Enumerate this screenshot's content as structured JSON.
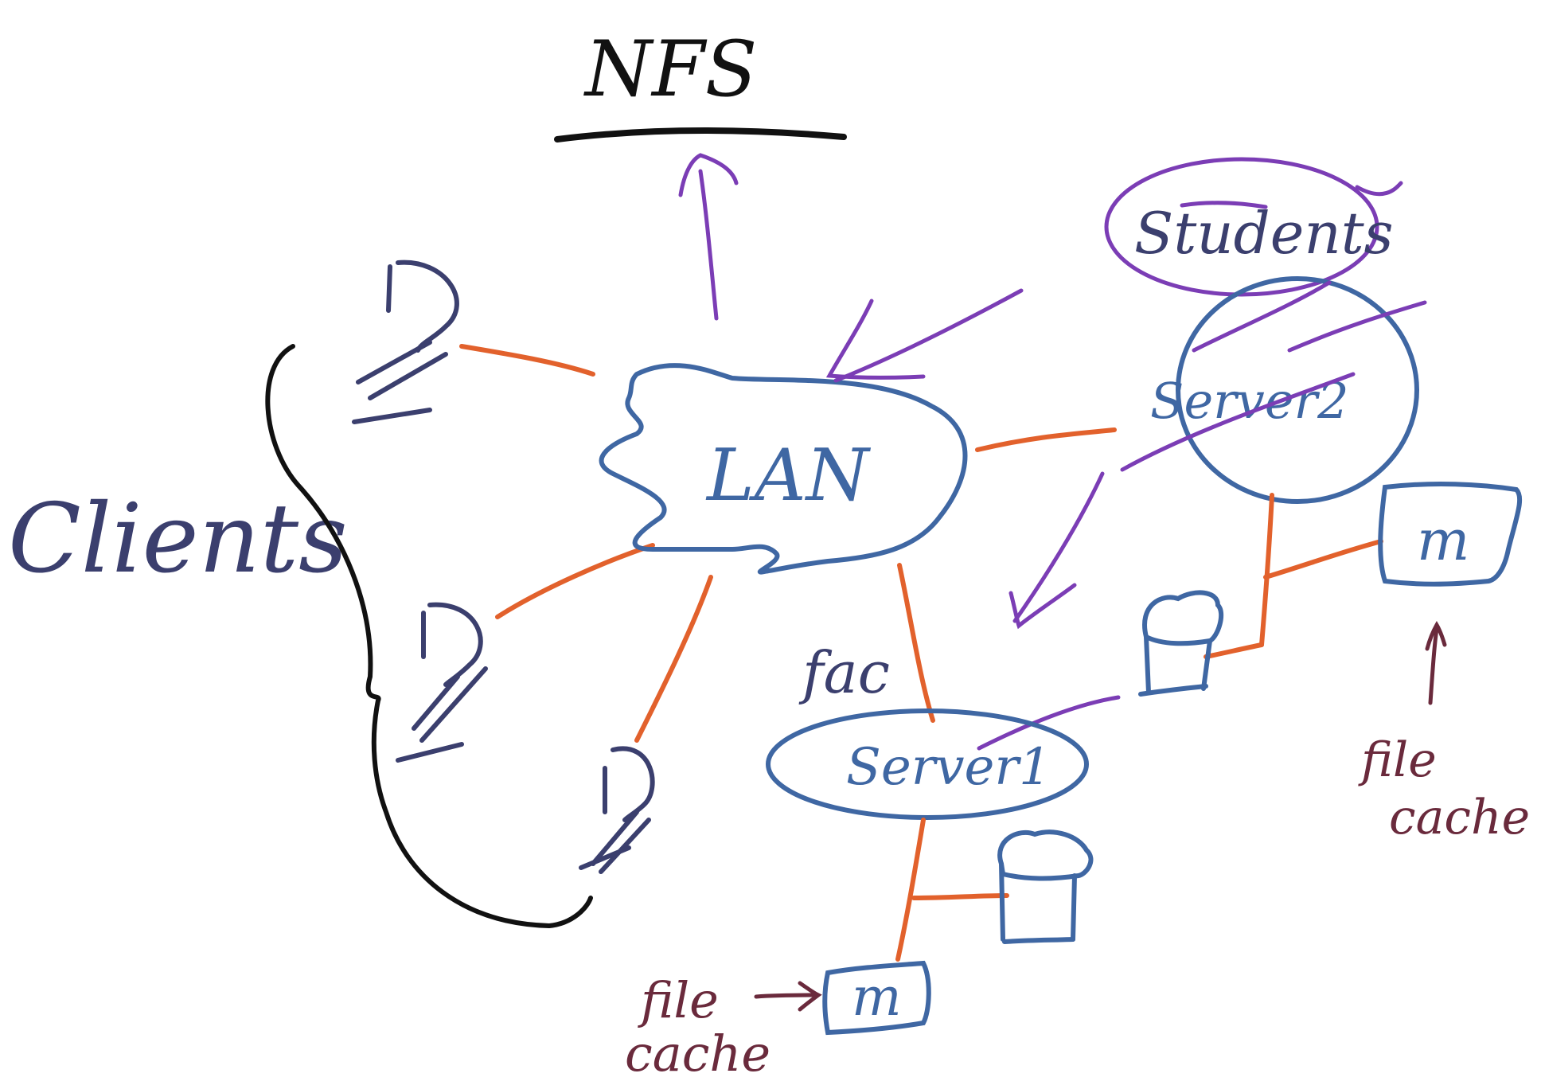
{
  "title": "NFS",
  "clients_label": "Clients",
  "lan_label": "LAN",
  "server1": {
    "label": "Server1",
    "group": "fac"
  },
  "server2": {
    "label": "Server2",
    "group": "Students"
  },
  "cache_labels": {
    "server1_memory": "m",
    "server2_memory": "m",
    "file_cache_line1": "file",
    "file_cache_line2": "cache"
  },
  "colors": {
    "ink_black": "#111111",
    "ink_blue": "#3f67a3",
    "ink_navy": "#3b3f6e",
    "link_orange": "#e2612c",
    "annotation_purple": "#7b3db5",
    "annotation_maroon": "#6a2a3c"
  }
}
